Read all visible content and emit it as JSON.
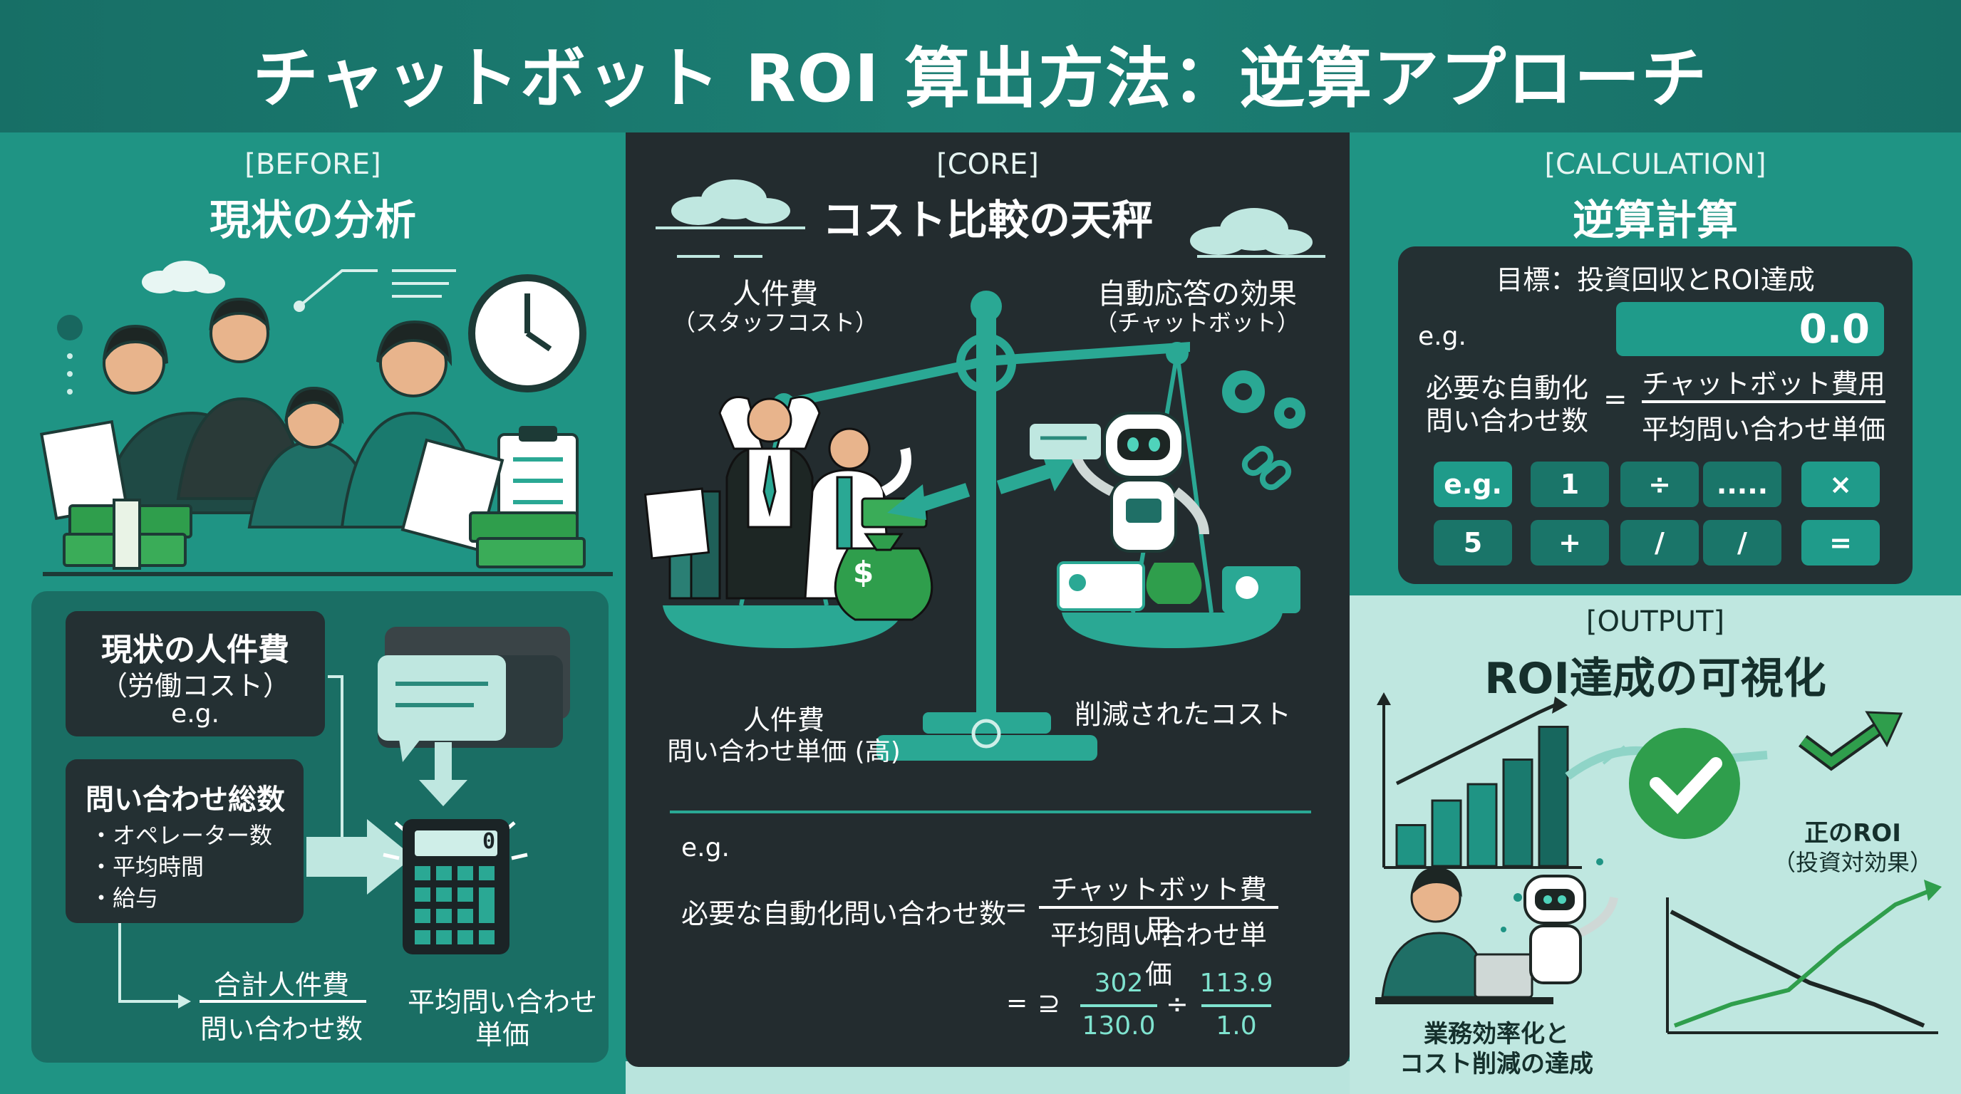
{
  "header": {
    "title": "チャットボット ROI 算出方法：逆算アプローチ"
  },
  "before": {
    "tag": "[BEFORE]",
    "title": "現状の分析",
    "labor_box": {
      "line1": "現状の人件費",
      "line2": "（労働コスト）",
      "line3": "e.g."
    },
    "inquiry_box": {
      "title": "問い合わせ総数",
      "items": [
        "・オペレーター数",
        "・平均時間",
        "・給与"
      ]
    },
    "formula": {
      "numerator": "合計人件費",
      "denominator": "問い合わせ数"
    },
    "result_label": {
      "line1": "平均問い合わせ",
      "line2": "単価"
    },
    "calculator_display": "0"
  },
  "core": {
    "tag": "[CORE]",
    "title": "コスト比較の天秤",
    "left_label": {
      "line1": "人件費",
      "line2": "（スタッフコスト）"
    },
    "right_label": {
      "line1": "自動応答の効果",
      "line2": "（チャットボット）"
    },
    "left_bottom": {
      "line1": "人件費",
      "line2": "問い合わせ単価 (高)"
    },
    "right_bottom": "削減されたコスト",
    "eg": "e.g.",
    "formula": {
      "lhs": "必要な自動化問い合わせ数",
      "eq": "=",
      "numerator": "チャットボット費用",
      "denominator": "平均問い合わせ単価"
    },
    "calc": {
      "eq": "=",
      "symbol": "⊇",
      "n1": "302",
      "d1": "130.0",
      "op": "÷",
      "n2": "113.9",
      "d2": "1.0"
    },
    "dollar": "$"
  },
  "calculation": {
    "tag": "[CALCULATION]",
    "title": "逆算計算",
    "goal": "目標：投資回収とROI達成",
    "eg": "e.g.",
    "display": "0.0",
    "formula": {
      "lhs1": "必要な自動化",
      "lhs2": "問い合わせ数",
      "eq": "=",
      "numerator": "チャットボット費用",
      "denominator": "平均問い合わせ単価"
    },
    "keys_row1": [
      "e.g.",
      "1",
      "÷",
      ".....",
      "×"
    ],
    "keys_row2": [
      "5",
      "+",
      "/",
      "/",
      "="
    ]
  },
  "output": {
    "tag": "[OUTPUT]",
    "title": "ROI達成の可視化",
    "positive": {
      "line1": "正のROI",
      "line2": "（投資対効果）"
    },
    "footer": {
      "line1": "業務効率化と",
      "line2": "コスト削減の達成"
    },
    "bar_values": [
      0.25,
      0.4,
      0.5,
      0.65,
      0.85
    ]
  },
  "colors": {
    "teal": "#1f9484",
    "dark": "#232c2f",
    "accent": "#2aa894",
    "light": "#bfe7e0",
    "green": "#2f9e4c"
  }
}
